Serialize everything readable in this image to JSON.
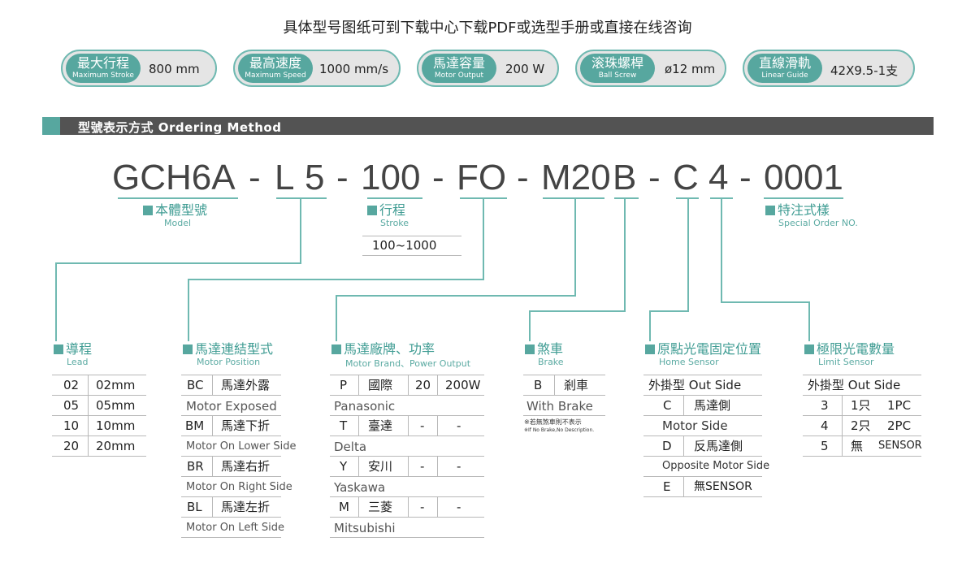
{
  "top_title": "具体型号图纸可到下载中心下载PDF或选型手册或直接在线咨询",
  "specs": [
    {
      "zh": "最大行程",
      "en": "Maximum Stroke",
      "value": "800 mm"
    },
    {
      "zh": "最高速度",
      "en": "Maximum Speed",
      "value": "1000 mm/s"
    },
    {
      "zh": "馬達容量",
      "en": "Motor Output",
      "value": "200 W"
    },
    {
      "zh": "滚珠螺桿",
      "en": "Ball Screw",
      "value": "ø12 mm"
    },
    {
      "zh": "直線滑軌",
      "en": "Linear Guide",
      "value": "42X9.5-1支"
    }
  ],
  "ordering_title": "型號表示方式  Ordering Method",
  "code": {
    "model": "GCH6A",
    "d1": "-",
    "lead": "L",
    "lead_code": "5",
    "d2": "-",
    "stroke": "100",
    "d3": "-",
    "home_code": "FO",
    "d4": "-",
    "motor_brand": "M20",
    "brake": "B",
    "d5": "-",
    "motor_pos": "C",
    "limit": "4",
    "d6": "-",
    "special": "0001"
  },
  "sections": {
    "model": {
      "zh": "本體型號",
      "en": "Model"
    },
    "stroke": {
      "zh": "行程",
      "en": "Stroke",
      "range": "100~1000"
    },
    "special": {
      "zh": "特注式樣",
      "en": "Special Order NO."
    },
    "lead": {
      "zh": "導程",
      "en": "Lead",
      "rows": [
        [
          "02",
          "02mm"
        ],
        [
          "05",
          "05mm"
        ],
        [
          "10",
          "10mm"
        ],
        [
          "20",
          "20mm"
        ]
      ]
    },
    "motor_position": {
      "zh": "馬達連結型式",
      "en": "Motor Position",
      "rows": [
        {
          "code": "BC",
          "zh": "馬達外露",
          "en": "Motor Exposed"
        },
        {
          "code": "BM",
          "zh": "馬達下折",
          "en": "Motor On Lower Side"
        },
        {
          "code": "BR",
          "zh": "馬達右折",
          "en": "Motor On Right Side"
        },
        {
          "code": "BL",
          "zh": "馬達左折",
          "en": "Motor On Left Side"
        }
      ]
    },
    "motor_brand": {
      "zh": "馬達廠牌、功率",
      "en": "Motor Brand、Power Output",
      "rows": [
        {
          "code": "P",
          "zh": "國際",
          "n": "20",
          "p": "200W",
          "en": "Panasonic"
        },
        {
          "code": "T",
          "zh": "臺達",
          "n": "-",
          "p": "-",
          "en": "Delta"
        },
        {
          "code": "Y",
          "zh": "安川",
          "n": "-",
          "p": "-",
          "en": "Yaskawa"
        },
        {
          "code": "M",
          "zh": "三菱",
          "n": "-",
          "p": "-",
          "en": "Mitsubishi"
        }
      ]
    },
    "brake": {
      "zh": "煞車",
      "en": "Brake",
      "code": "B",
      "label": "剎車",
      "desc": "With Brake",
      "note_zh": "※若無煞車則不表示",
      "note_en": "※If No Brake,No Description."
    },
    "home": {
      "zh": "原點光電固定位置",
      "en": "Home Sensor",
      "header": "外掛型 Out Side",
      "rows": [
        {
          "code": "C",
          "zh": "馬達側",
          "en": "Motor Side"
        },
        {
          "code": "D",
          "zh": "反馬達側",
          "en": "Opposite Motor Side"
        },
        {
          "code": "E",
          "zh": "無SENSOR",
          "en": ""
        }
      ]
    },
    "limit": {
      "zh": "極限光電數量",
      "en": "Limit Sensor",
      "header": "外掛型 Out Side",
      "rows": [
        {
          "code": "3",
          "zh": "1只",
          "v": "1PC"
        },
        {
          "code": "4",
          "zh": "2只",
          "v": "2PC"
        },
        {
          "code": "5",
          "zh": "無",
          "v": "SENSOR"
        }
      ]
    }
  },
  "colors": {
    "accent": "#57a79f",
    "line": "#6fb9b1",
    "bar": "#535353"
  }
}
